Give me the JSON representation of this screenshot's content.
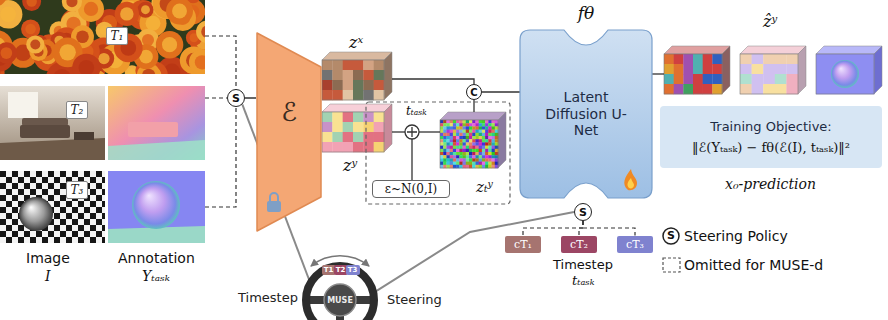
{
  "diagram": {
    "nodes": [
      {
        "text": [
          "T₁"
        ]
      },
      {
        "text": [
          "T₂"
        ]
      },
      {
        "text": [
          "T₃"
        ]
      },
      {
        "text": [
          "S"
        ]
      },
      {
        "text": [
          "ℰ"
        ]
      },
      {
        "text": [
          "ε~N(0,I)"
        ]
      },
      {
        "text": [
          "C"
        ]
      },
      {
        "text": [
          "fθ",
          "Latent Diffusion U-Net"
        ]
      },
      {
        "text": [
          "S"
        ]
      },
      {
        "text": [
          "cT₁"
        ]
      },
      {
        "text": [
          "cT₂"
        ]
      },
      {
        "text": [
          "cT₃"
        ]
      },
      {
        "text": [
          "Training Objective:",
          "‖ℰ(Yₜₐₛₖ) − fθ(ℰ(I), tₜₐₛₖ)‖²"
        ]
      },
      {
        "text": [
          "MUSE"
        ]
      },
      {
        "text": [
          "T1"
        ],
        "in": 13
      },
      {
        "text": [
          "T2"
        ],
        "in": 13
      },
      {
        "text": [
          "T3"
        ],
        "in": 13
      }
    ],
    "edges": [
      {
        "from": 3,
        "to": 4,
        "arrow": "none"
      },
      {
        "from": 6,
        "to": 7,
        "arrow": "none"
      },
      {
        "from": 8,
        "to": 9,
        "arrow": "none"
      },
      {
        "from": 8,
        "to": 10,
        "arrow": "none"
      },
      {
        "from": 8,
        "to": 11,
        "arrow": "none"
      },
      {
        "from": 3,
        "to": 13,
        "arrow": "none"
      },
      {
        "from": 13,
        "to": 8,
        "arrow": "none"
      }
    ],
    "labels": [
      "Image",
      "I",
      "Annotation",
      "Yₜₐₛₖ",
      "zˣ",
      "zʸ",
      "tₜₐₛₖ",
      "zₜʸ",
      "ẑʸ",
      "x₀-prediction",
      "S",
      "Timestep",
      "tₜₐₛₖ",
      "Timestep",
      "Steering"
    ],
    "legend": [
      {
        "text": "Steering Policy"
      },
      {
        "text": "Omitted for MUSE-d"
      }
    ]
  }
}
